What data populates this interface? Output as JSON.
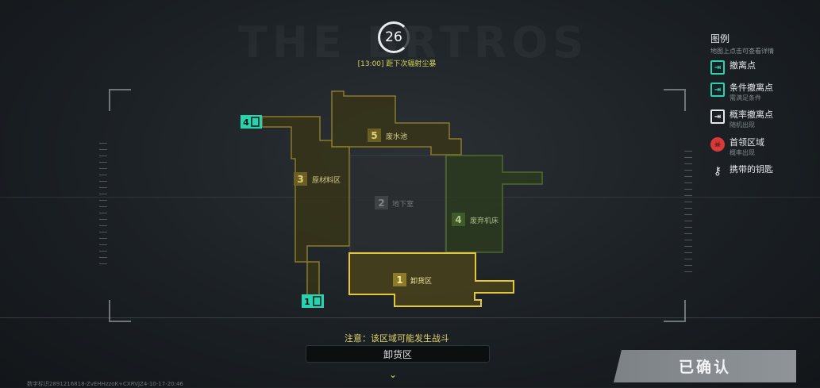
{
  "timer": {
    "value": "26",
    "text": "[13:00] 距下次辐射尘暴"
  },
  "legend": {
    "title": "图例",
    "subtitle": "地图上点击可查看详情",
    "items": [
      {
        "label": "撤离点",
        "sub": "",
        "icon": "extraction-icon",
        "color": "#29d3b0"
      },
      {
        "label": "条件撤离点",
        "sub": "需满足条件",
        "icon": "conditional-extraction-icon",
        "color": "#29d3b0"
      },
      {
        "label": "概率撤离点",
        "sub": "随机出现",
        "icon": "probability-extraction-icon",
        "color": "#e5e8ea"
      },
      {
        "label": "首领区域",
        "sub": "概率出现",
        "icon": "boss-skull-icon",
        "color": "#d83a3a"
      },
      {
        "label": "携带的钥匙",
        "sub": "",
        "icon": "key-icon",
        "color": "#e5e8ea"
      }
    ]
  },
  "map": {
    "areas": [
      {
        "num": "1",
        "label": "卸货区",
        "state": "highlighted"
      },
      {
        "num": "2",
        "label": "地下室",
        "state": "dimmed"
      },
      {
        "num": "3",
        "label": "原材料区",
        "state": "normal"
      },
      {
        "num": "4",
        "label": "废弃机床",
        "state": "green"
      },
      {
        "num": "5",
        "label": "废水池",
        "state": "normal"
      }
    ],
    "extraction_points": [
      {
        "num": "4"
      },
      {
        "num": "1"
      }
    ]
  },
  "warning": "注意：该区域可能发生战斗",
  "selected_zone": "卸货区",
  "confirm_label": "已确认",
  "footer_id": "数字标识2891216818-ZvEHHzzoK+CXRVJZ4-10-17-20:46",
  "colors": {
    "accent": "#cfd75a",
    "extraction": "#29d3b0",
    "highlight": "#e3c63c",
    "green_area": "#5a7a3a"
  }
}
